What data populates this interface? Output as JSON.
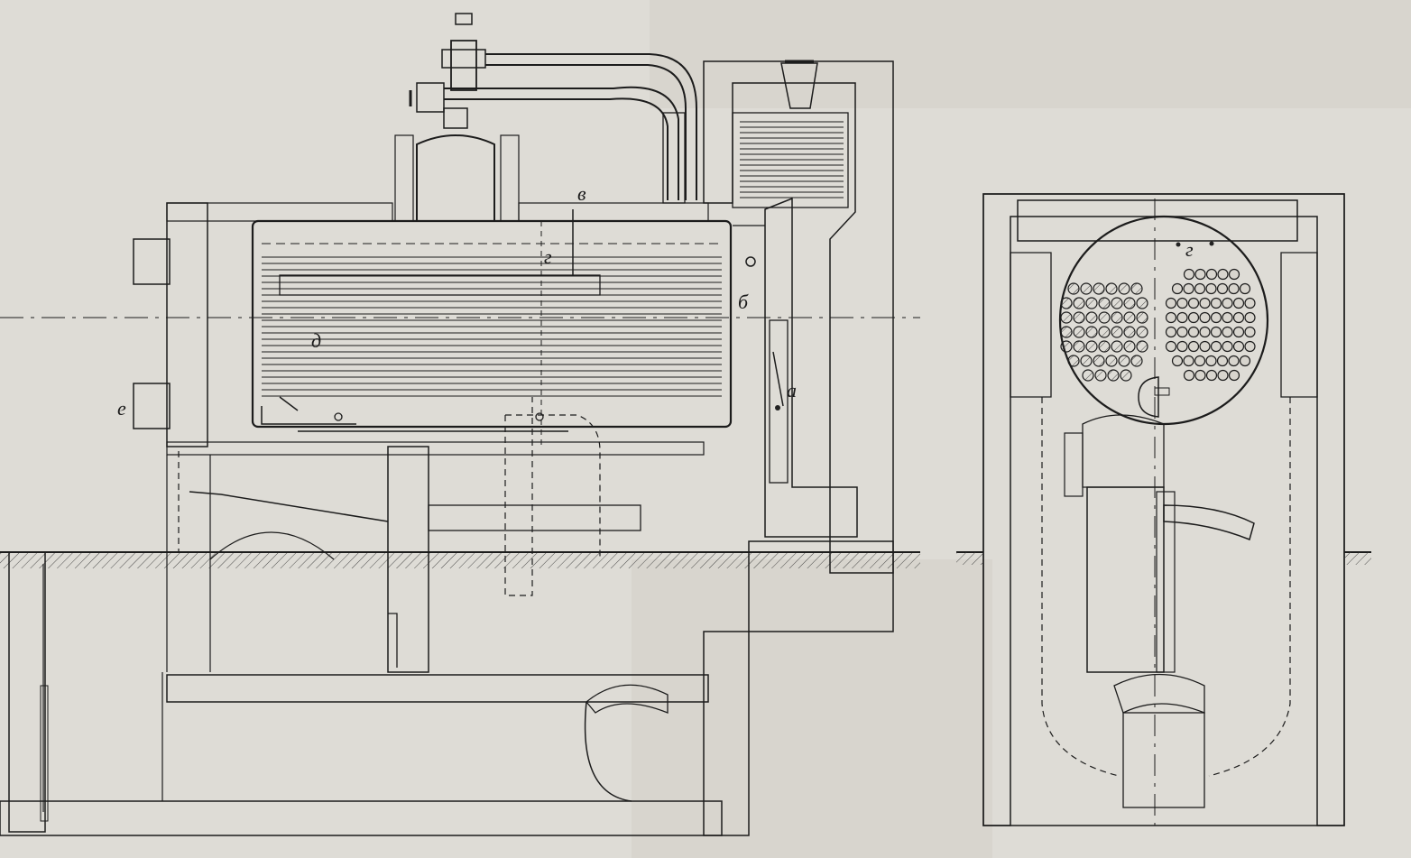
{
  "colors": {
    "paper": "#dedcd6",
    "ink": "#1c1c1c",
    "shade": "#c9c6be"
  },
  "labels": {
    "a": "а",
    "b": "б",
    "v": "в",
    "g": "г",
    "d": "д",
    "e": "е",
    "g_end": "г"
  }
}
